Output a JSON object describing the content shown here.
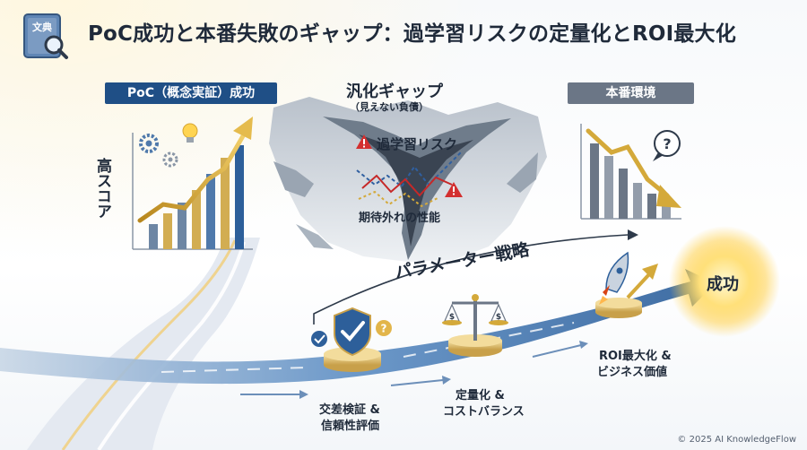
{
  "title": "PoC成功と本番失敗のギャップ：過学習リスクの定量化とROI最大化",
  "logo": {
    "icon": "dictionary-magnifier-icon",
    "text": "文典"
  },
  "poc": {
    "label": "PoC（概念実証）成功",
    "score_label": "高スコア"
  },
  "production": {
    "label": "本番環境"
  },
  "gap": {
    "title": "汎化ギャップ",
    "subtitle": "（見えない負債）",
    "risk_label": "過学習リスク",
    "unexpected_label": "期待外れの性能"
  },
  "strategy": {
    "label": "パラメーター戦略"
  },
  "steps": [
    {
      "line1": "交差検証 &",
      "line2": "信頼性評価",
      "icon": "shield-check-icon"
    },
    {
      "line1": "定量化 &",
      "line2": "コストバランス",
      "icon": "balance-scale-icon"
    },
    {
      "line1": "ROI最大化 &",
      "line2": "ビジネス価値",
      "icon": "rocket-icon"
    }
  ],
  "success": {
    "label": "成功"
  },
  "footer": {
    "copyright": "© 2025 AI KnowledgeFlow"
  },
  "colors": {
    "navy": "#1f4f86",
    "gold": "#d4a93a",
    "red": "#d32f2f",
    "gray": "#6b7686"
  }
}
